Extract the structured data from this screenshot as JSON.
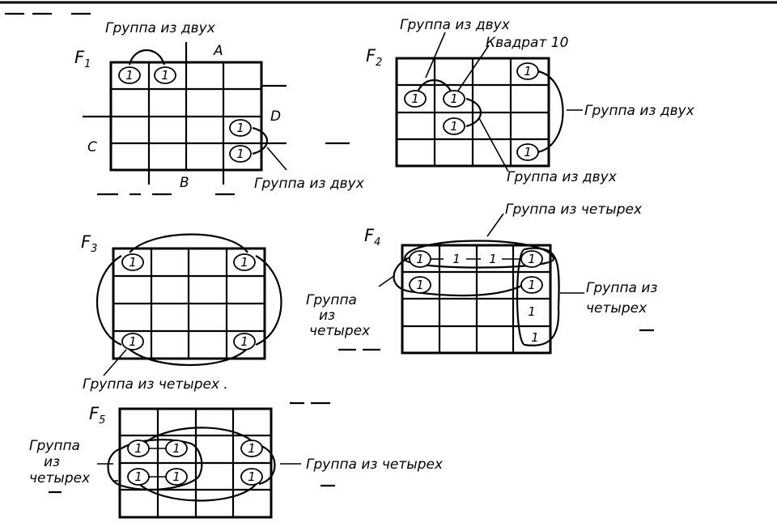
{
  "maps": [
    {
      "id": "f1",
      "name": "F",
      "subscript": "1",
      "ones": [
        "1",
        "1",
        "1",
        "1"
      ],
      "var_labels": [
        "A",
        "B",
        "C",
        "D"
      ],
      "group_labels": [
        "Группа из двух",
        "Группа из двух"
      ]
    },
    {
      "id": "f2",
      "name": "F",
      "subscript": "2",
      "ones": [
        "1",
        "1",
        "1",
        "1",
        "1"
      ],
      "group_labels": [
        "Группа из двух",
        "Квадрат 10",
        "Группа из двух",
        "Группа из двух"
      ]
    },
    {
      "id": "f3",
      "name": "F",
      "subscript": "3",
      "ones": [
        "1",
        "1",
        "1",
        "1"
      ],
      "group_labels": [
        "Группа из четырех ."
      ]
    },
    {
      "id": "f4",
      "name": "F",
      "subscript": "4",
      "ones": [
        "1",
        "1",
        "1",
        "1",
        "1",
        "1",
        "1",
        "1"
      ],
      "group_labels": [
        "Группа из четырех",
        "Группа из четырех",
        "Группа",
        "из",
        "четырех"
      ],
      "label_parts": [
        "Группа из",
        "четырех"
      ]
    },
    {
      "id": "f5",
      "name": "F",
      "subscript": "5",
      "ones": [
        "1",
        "1",
        "1",
        "1",
        "1",
        "1"
      ],
      "group_labels": [
        "Группа",
        "из",
        "четырех",
        "Группа из четырех"
      ]
    }
  ]
}
